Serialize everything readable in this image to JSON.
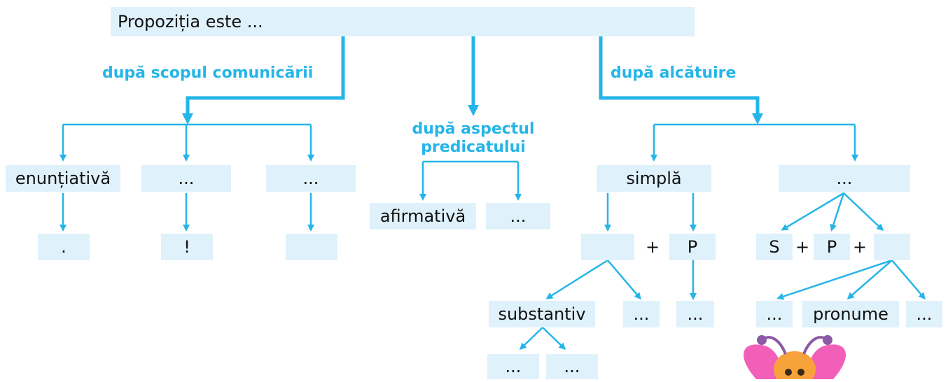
{
  "root": {
    "text": "Propoziția este ..."
  },
  "labels": {
    "comm": "după scopul comunicării",
    "aspect_line1": "după aspectul",
    "aspect_line2": "predicatului",
    "alcatuire": "după alcătuire"
  },
  "comm": {
    "b1": "enunțiativă",
    "b2": "...",
    "b3": "...",
    "p1": ".",
    "p2": "!",
    "p3": ""
  },
  "aspect": {
    "b1": "afirmativă",
    "b2": "..."
  },
  "alcatuire": {
    "simpla": "simplă",
    "dezvoltata": "...",
    "s_blank": "",
    "plus1": "+",
    "p_left": "P",
    "s_right": "S",
    "plus2": "+",
    "p_right": "P",
    "plus3": "+",
    "blank_right": "",
    "substantiv": "substantiv",
    "dots_a": "...",
    "dots_b": "...",
    "dots_c": "...",
    "pronume": "pronume",
    "dots_d": "...",
    "dots_e": "...",
    "dots_f": "..."
  },
  "colors": {
    "accent": "#25b5e8",
    "box_fill": "#dff1fb"
  },
  "icons": [
    "butterfly-mascot-icon"
  ]
}
